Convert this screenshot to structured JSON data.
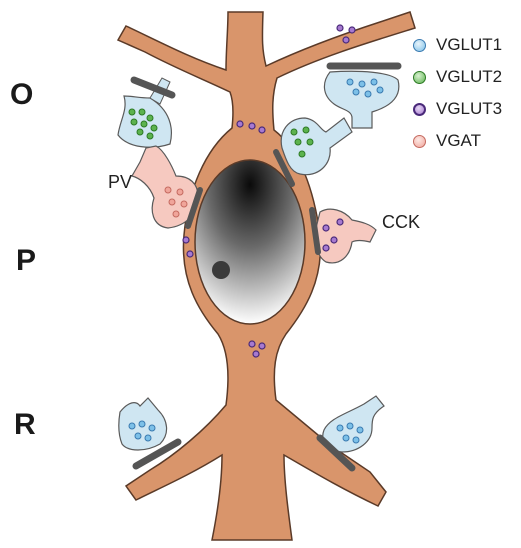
{
  "layers": {
    "oriens": "O",
    "pyramidale": "P",
    "radiatum": "R"
  },
  "legend": [
    {
      "label": "VGLUT1",
      "color": "#7cc0e8",
      "icon": "blue-bouton-dot"
    },
    {
      "label": "VGLUT2",
      "color": "#5cb34e",
      "icon": "green-bouton-dot"
    },
    {
      "label": "VGLUT3",
      "color": "#6a3aa0",
      "icon": "purple-bouton-dot"
    },
    {
      "label": "VGAT",
      "color": "#f0a59a",
      "icon": "pink-bouton-dot"
    }
  ],
  "labels": {
    "pv": "PV",
    "cck": "CCK"
  },
  "colors": {
    "neuron": "#d9956b",
    "neuron_outline": "#5a3a28",
    "glut1_terminal": "#cfe6f2",
    "glut2_terminal": "#cfe6f2",
    "vgat_terminal": "#f6c9c0",
    "synapse": "#555555"
  }
}
